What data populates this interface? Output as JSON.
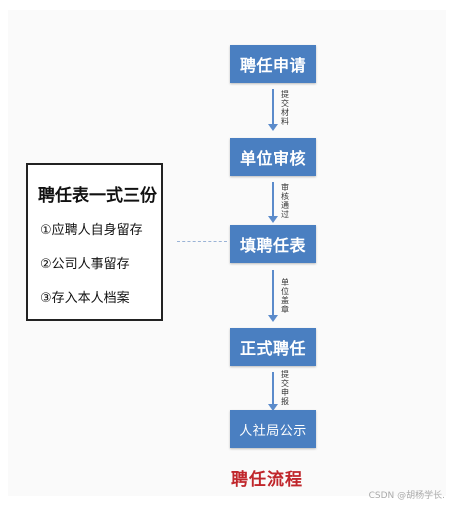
{
  "flow": {
    "nodes": [
      "聘任申请",
      "单位审核",
      "填聘任表",
      "正式聘任",
      "人社局公示"
    ],
    "edge_labels": [
      "提交材料",
      "审核通过",
      "单位盖章",
      "提交申报"
    ],
    "colors": {
      "node": "#4a7fc1",
      "arrow": "#5b8bcb",
      "caption": "#c0262b"
    }
  },
  "side_box": {
    "title": "聘任表一式三份",
    "items": [
      "①应聘人自身留存",
      "②公司人事留存",
      "③存入本人档案"
    ]
  },
  "caption": "聘任流程",
  "watermark": "CSDN @胡杨学长."
}
